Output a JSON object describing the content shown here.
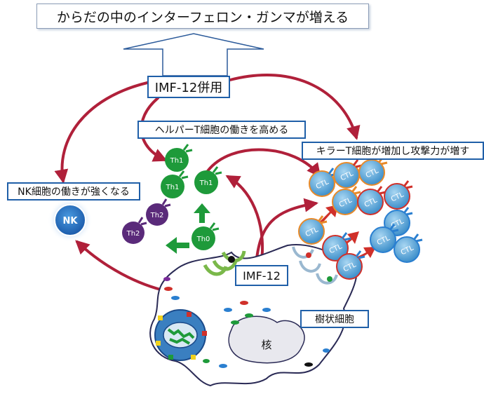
{
  "title": "からだの中のインターフェロン・ガンマが増える",
  "labels": {
    "imf_combo": "IMF-12併用",
    "helper_t": "ヘルパーT細胞の働きを高める",
    "killer_t": "キラーT細胞が増加し攻撃力が増す",
    "nk": "NK細胞の働きが強くなる",
    "imf12": "IMF-12",
    "dendritic": "樹状細胞",
    "nucleus": "核"
  },
  "cells": {
    "nk": "NK",
    "th1": "Th1",
    "th2": "Th2",
    "th0": "Th0",
    "ctl": "CTL"
  },
  "colors": {
    "arrow_red": "#b0203a",
    "box_border": "#1f5fa8",
    "th_green": "#1e9a3a",
    "th2_purple": "#5a2a7a",
    "ctl_blue": "#5aa8dc",
    "nk_blue": "#2a7fd0"
  }
}
